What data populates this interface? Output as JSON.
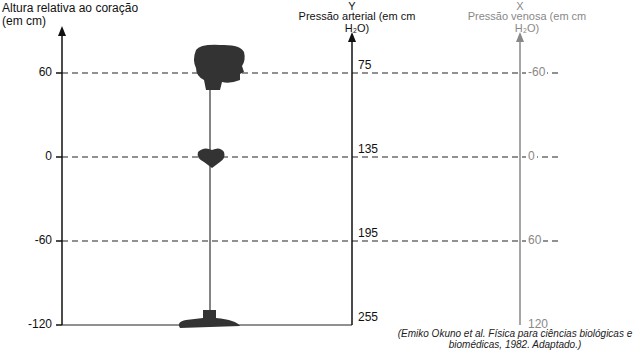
{
  "diagram": {
    "caption": "(Emiko Okuno et al. Física para ciências biológicas e biomédicas, 1982. Adaptado.)",
    "labels": [
      "Altura relativa ao coração (em cm)",
      "Y",
      "Pressão arterial (em cm H₂O)",
      "X",
      "Pressão venosa (em cm H₂O)",
      "60",
      "0",
      "-60",
      "-120",
      "75",
      "135",
      "195",
      "255",
      "-60",
      "0",
      "60",
      "120"
    ]
  }
}
